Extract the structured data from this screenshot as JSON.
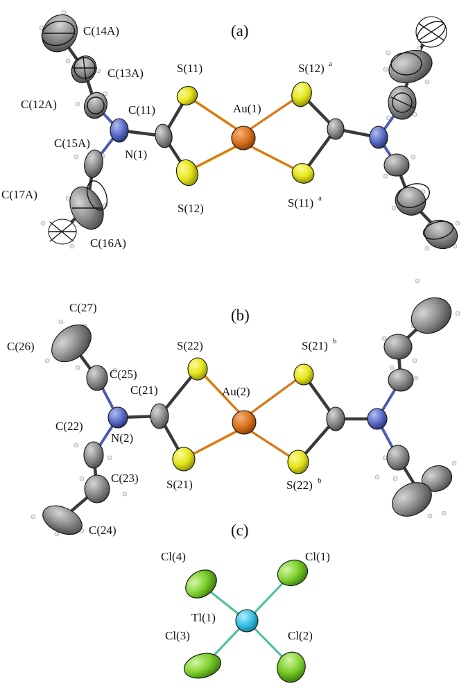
{
  "colors": {
    "gold": "#d9731f",
    "sulfur": "#e6e61c",
    "carbon": "#8c8c8c",
    "nitrogen": "#5b6ec9",
    "thallium": "#39c2e6",
    "chlorine": "#7ccf2c",
    "hydrogen": "#f2f2f2"
  },
  "panels": {
    "a": {
      "tag": "(a)"
    },
    "b": {
      "tag": "(b)"
    },
    "c": {
      "tag": "(c)"
    }
  },
  "labels": {
    "a": {
      "c14a": "C(14A)",
      "c13a": "C(13A)",
      "c12a": "C(12A)",
      "c11": "C(11)",
      "s11": "S(11)",
      "au1": "Au(1)",
      "s12a": "S(12)",
      "s12a_sup": "a",
      "c15a": "C(15A)",
      "n1": "N(1)",
      "c17a": "C(17A)",
      "s12": "S(12)",
      "s11a": "S(11)",
      "s11a_sup": "a",
      "c16a": "C(16A)"
    },
    "b": {
      "c27": "C(27)",
      "c26": "C(26)",
      "s22": "S(22)",
      "s21b": "S(21)",
      "s21b_sup": "b",
      "c25": "C(25)",
      "c21": "C(21)",
      "au2": "Au(2)",
      "c22": "C(22)",
      "n2": "N(2)",
      "c23": "C(23)",
      "s21": "S(21)",
      "s22b": "S(22)",
      "s22b_sup": "b",
      "c24": "C(24)"
    },
    "c": {
      "cl4": "Cl(4)",
      "cl1": "Cl(1)",
      "tl1": "Tl(1)",
      "cl3": "Cl(3)",
      "cl2": "Cl(2)"
    }
  }
}
